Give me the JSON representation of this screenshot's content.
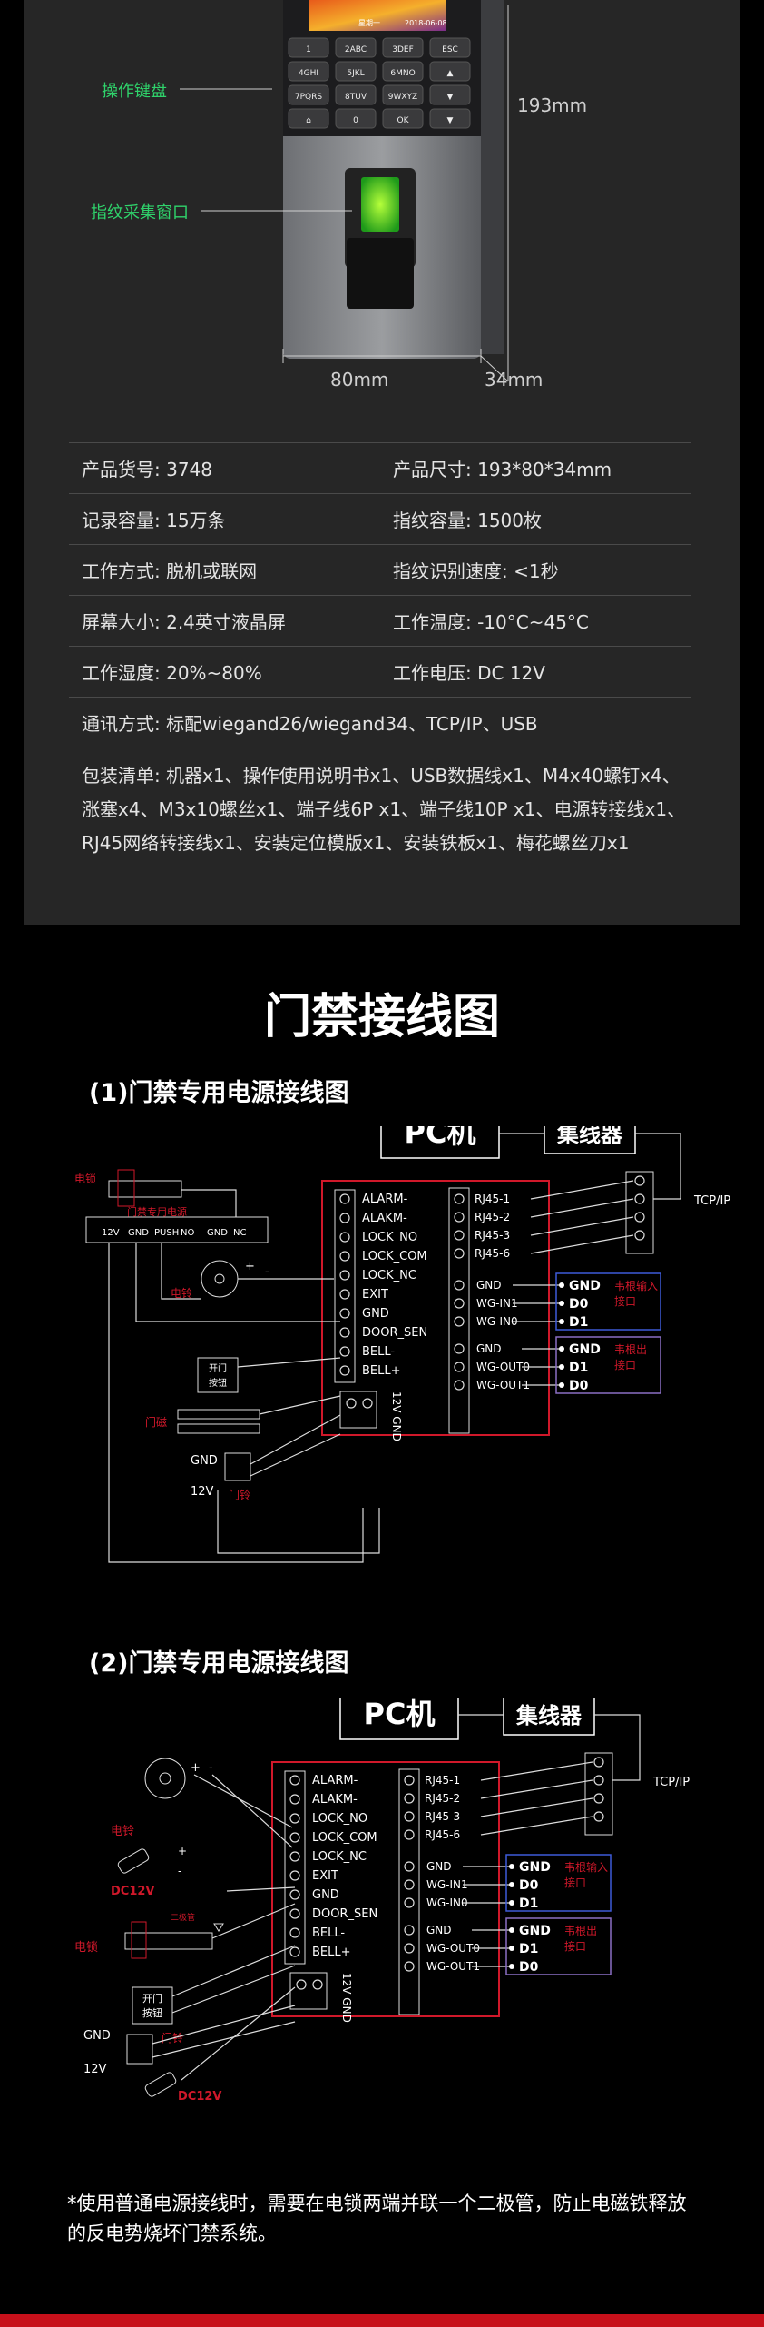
{
  "device": {
    "callouts": {
      "keyboard": "操作键盘",
      "fingerprint": "指纹采集窗口"
    },
    "dims": {
      "height": "193mm",
      "width": "80mm",
      "depth": "34mm"
    },
    "screen_date": "2018-06-08",
    "screen_label": "星期一",
    "keys": [
      [
        "1",
        "2ABC",
        "3DEF",
        "ESC"
      ],
      [
        "4GHI",
        "5JKL",
        "6MNO",
        "▲"
      ],
      [
        "7PQRS",
        "8TUV",
        "9WXYZ",
        "▼"
      ],
      [
        "⌂",
        "0",
        "OK",
        "▼"
      ]
    ]
  },
  "specs": {
    "rows": [
      [
        "产品货号: 3748",
        "产品尺寸: 193*80*34mm"
      ],
      [
        "记录容量: 15万条",
        "指纹容量: 1500枚"
      ],
      [
        "工作方式: 脱机或联网",
        "指纹识别速度: <1秒"
      ],
      [
        "屏幕大小: 2.4英寸液晶屏",
        "工作温度: -10°C~45°C"
      ],
      [
        "工作湿度:  20%~80%",
        "工作电压:  DC 12V"
      ]
    ],
    "comm": "通讯方式: 标配wiegand26/wiegand34、TCP/IP、USB",
    "package_lines": [
      "包装清单: 机器x1、操作使用说明书x1、USB数据线x1、M4x40螺钉x4、",
      "涨塞x4、M3x10螺丝x1、端子线6P   x1、端子线10P   x1、电源转接线x1、",
      "RJ45网络转接线x1、安装定位模版x1、安装铁板x1、梅花螺丝刀x1"
    ]
  },
  "wiring": {
    "title": "门禁接线图",
    "section1": "(1)门禁专用电源接线图",
    "section2": "(2)门禁专用电源接线图",
    "pc": "PC机",
    "hub": "集线器",
    "tcpip": "TCP/IP",
    "left_terms": [
      "ALARM-",
      "ALAKM-",
      "LOCK_NO",
      "LOCK_COM",
      "LOCK_NC",
      "EXIT",
      "GND",
      "DOOR_SEN",
      "BELL-",
      "BELL+"
    ],
    "rj45": [
      "RJ45-1",
      "RJ45-2",
      "RJ45-3",
      "RJ45-6"
    ],
    "wg_in": [
      "GND",
      "WG-IN1",
      "WG-IN0"
    ],
    "wg_out": [
      "GND",
      "WG-OUT0",
      "WG-OUT1"
    ],
    "in_labels": [
      "GND",
      "D0",
      "D1"
    ],
    "out_labels": [
      "GND",
      "D1",
      "D0"
    ],
    "wg_in_note": [
      "韦根输入",
      "接口"
    ],
    "wg_out_note": [
      "韦根出",
      "接口"
    ],
    "power_label": "门禁专用电源",
    "power_terms": [
      "12V",
      "GND",
      "PUSH",
      "NO",
      "GND",
      "NC"
    ],
    "lock": "电锁",
    "bell": "电铃",
    "doorbell": "门铃",
    "magnet": "门磁",
    "exit_btn": [
      "开门",
      "按钮"
    ],
    "gnd": "GND",
    "v12": "12V",
    "dc12": "DC12V",
    "diode": "二极管",
    "board_12v": "12V",
    "board_gnd": "GND",
    "plus": "+",
    "minus": "-"
  },
  "note": "*使用普通电源接线时，需要在电锁两端并联一个二极管，防止电磁铁释放的反电势烧坏门禁系统。",
  "colors": {
    "panel": "#262626",
    "callout": "#2fd36b",
    "red": "#d0182a",
    "blue": "#3d5bd9",
    "purple": "#8a6fc4",
    "brand": "#c7101a"
  }
}
